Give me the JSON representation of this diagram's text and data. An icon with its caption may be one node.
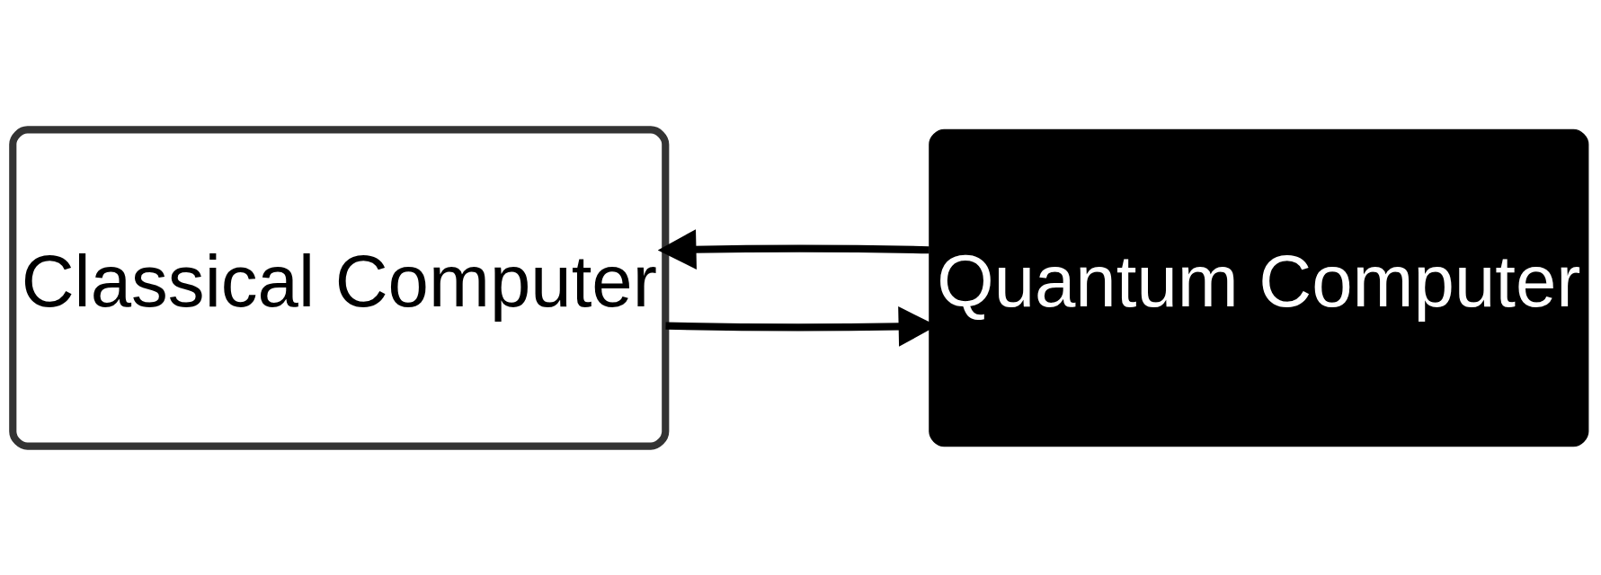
{
  "diagram": {
    "nodes": [
      {
        "text": [
          "Classical Computer"
        ]
      },
      {
        "text": [
          "Quantum Computer"
        ]
      }
    ],
    "edges": [
      {
        "from": 0,
        "to": 1,
        "arrow": "to"
      },
      {
        "from": 1,
        "to": 0,
        "arrow": "to"
      }
    ]
  }
}
